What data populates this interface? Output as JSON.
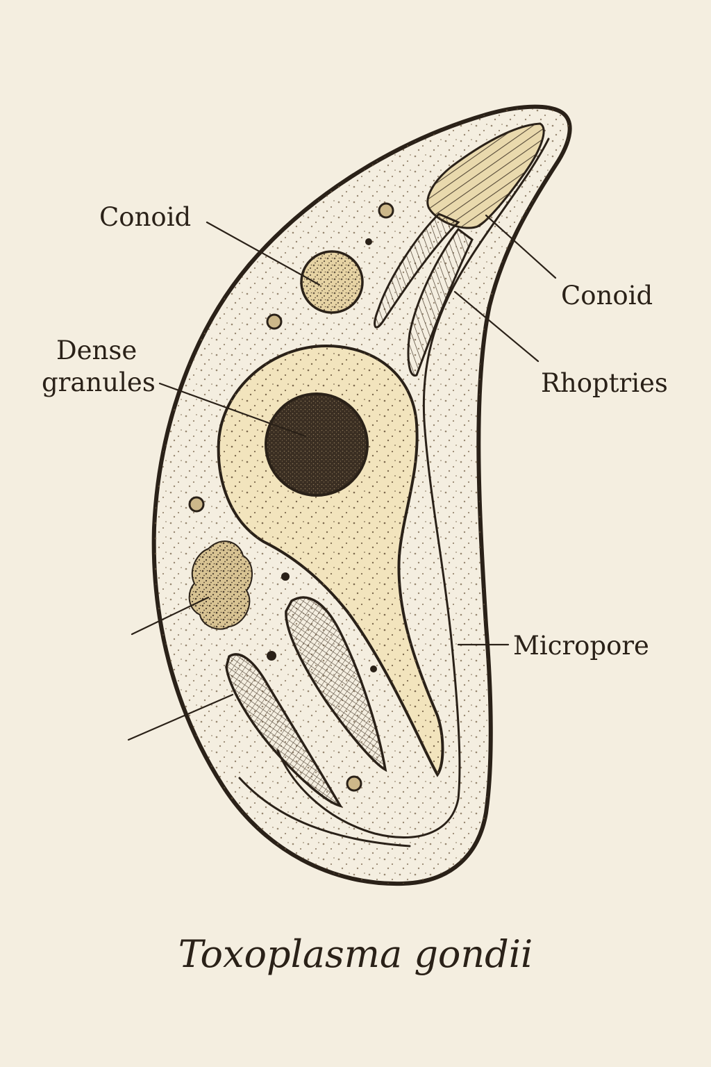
{
  "labels": {
    "conoid_left": "Conoid",
    "conoid_right": "Conoid",
    "dense_granules_line1": "Dense",
    "dense_granules_line2": "granules",
    "rhoptries": "Rhoptries",
    "micropore": "Micropore"
  },
  "caption": "Toxoplasma gondii",
  "colors": {
    "background": "#f4eee0",
    "cytoplasm": "#efe0b8",
    "ink": "#2a2118",
    "nucleus_fill": "#f2e4bd",
    "nucleolus": "#3a2e22"
  }
}
